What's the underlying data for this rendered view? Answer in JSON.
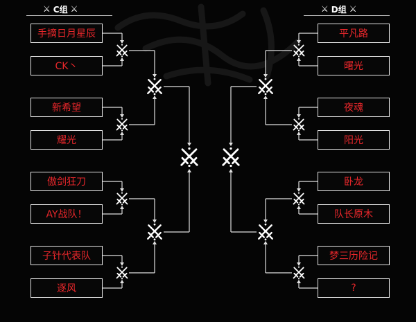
{
  "groups": {
    "c": {
      "label": "C组",
      "teams": [
        "手摘日月星辰",
        "CK丶",
        "新希望",
        "耀光",
        "傲剑狂刀",
        "AY战队！",
        "子针代表队",
        "逐风"
      ]
    },
    "d": {
      "label": "D组",
      "teams": [
        "平凡路",
        "曙光",
        "夜魂",
        "阳光",
        "卧龙",
        "队长原木",
        "梦三历险记",
        "?"
      ]
    }
  },
  "icons": {
    "header": "crossed-swords-icon",
    "match": "crossed-swords-icon"
  },
  "colors": {
    "background": "#050505",
    "team_text": "#e8272b",
    "border": "#e8e8e8",
    "line": "#e0e0e0"
  }
}
